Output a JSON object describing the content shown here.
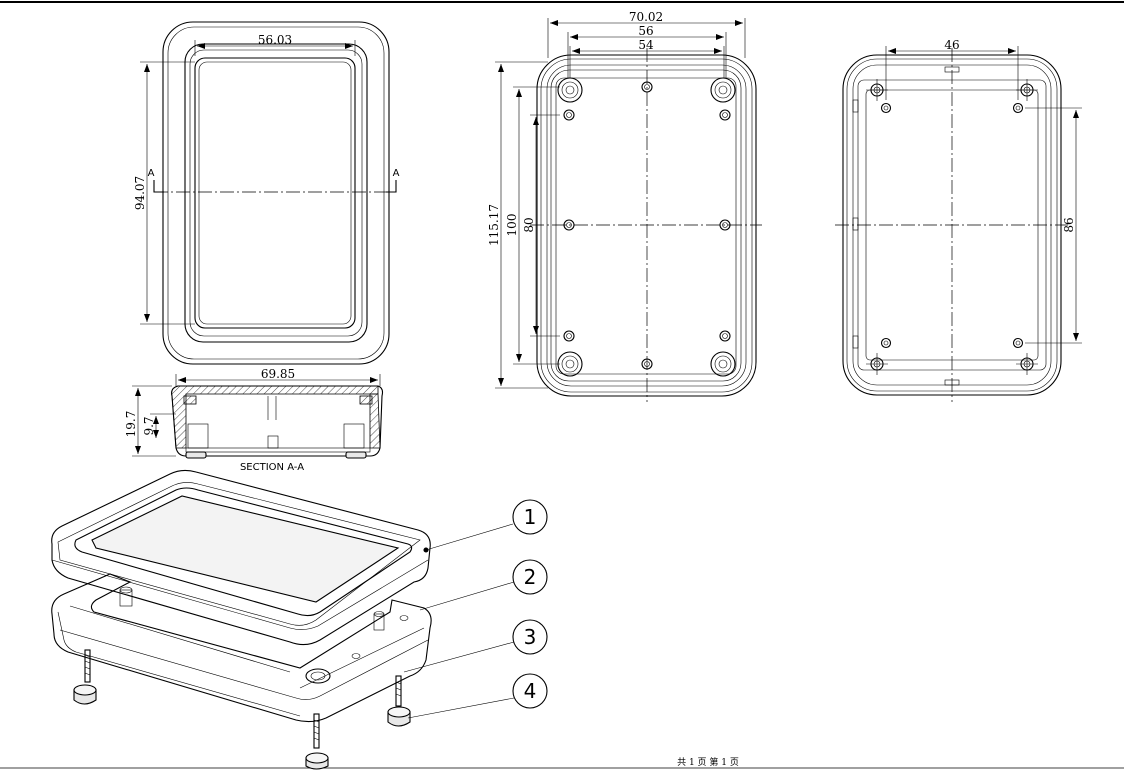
{
  "views": {
    "top_view": {
      "width_dim": "56.03",
      "height_dim": "94.07",
      "section_mark_left": "A",
      "section_mark_right": "A"
    },
    "section_view": {
      "width_dim": "69.85",
      "height_dim_total": "19.7",
      "height_dim_inner": "9.7",
      "label": "SECTION A-A"
    },
    "bottom_view": {
      "width_outer": "70.02",
      "width_mid": "56",
      "width_inner": "54",
      "height_outer": "115.17",
      "height_mid": "100",
      "height_inner": "80"
    },
    "inside_view": {
      "width_dim": "46",
      "height_dim": "86"
    }
  },
  "balloons": [
    "1",
    "2",
    "3",
    "4"
  ],
  "footer": {
    "page_info": "共 1 页   第 1 页"
  }
}
